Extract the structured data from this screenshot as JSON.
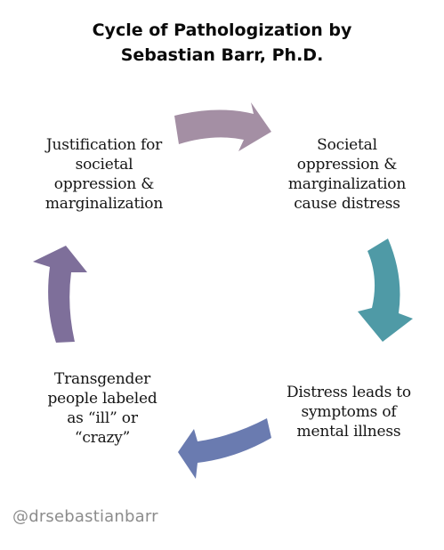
{
  "title": {
    "line1": "Cycle of Pathologization by",
    "line2": "Sebastian Barr, Ph.D."
  },
  "nodes": {
    "top_left": [
      "Justification for",
      "societal",
      "oppression &",
      "marginalization"
    ],
    "top_right": [
      "Societal",
      "oppression &",
      "marginalization",
      "cause distress"
    ],
    "bottom_right": [
      "Distress leads to",
      "symptoms of",
      "mental illness"
    ],
    "bottom_left": [
      "Transgender",
      "people labeled",
      "as “ill” or",
      "“crazy”"
    ]
  },
  "arrows": {
    "top": {
      "color": "#a48fa4"
    },
    "right": {
      "color": "#4f9aa6"
    },
    "bottom": {
      "color": "#6a7bb0"
    },
    "left": {
      "color": "#7e6f9a"
    }
  },
  "handle": "@drsebastianbarr"
}
